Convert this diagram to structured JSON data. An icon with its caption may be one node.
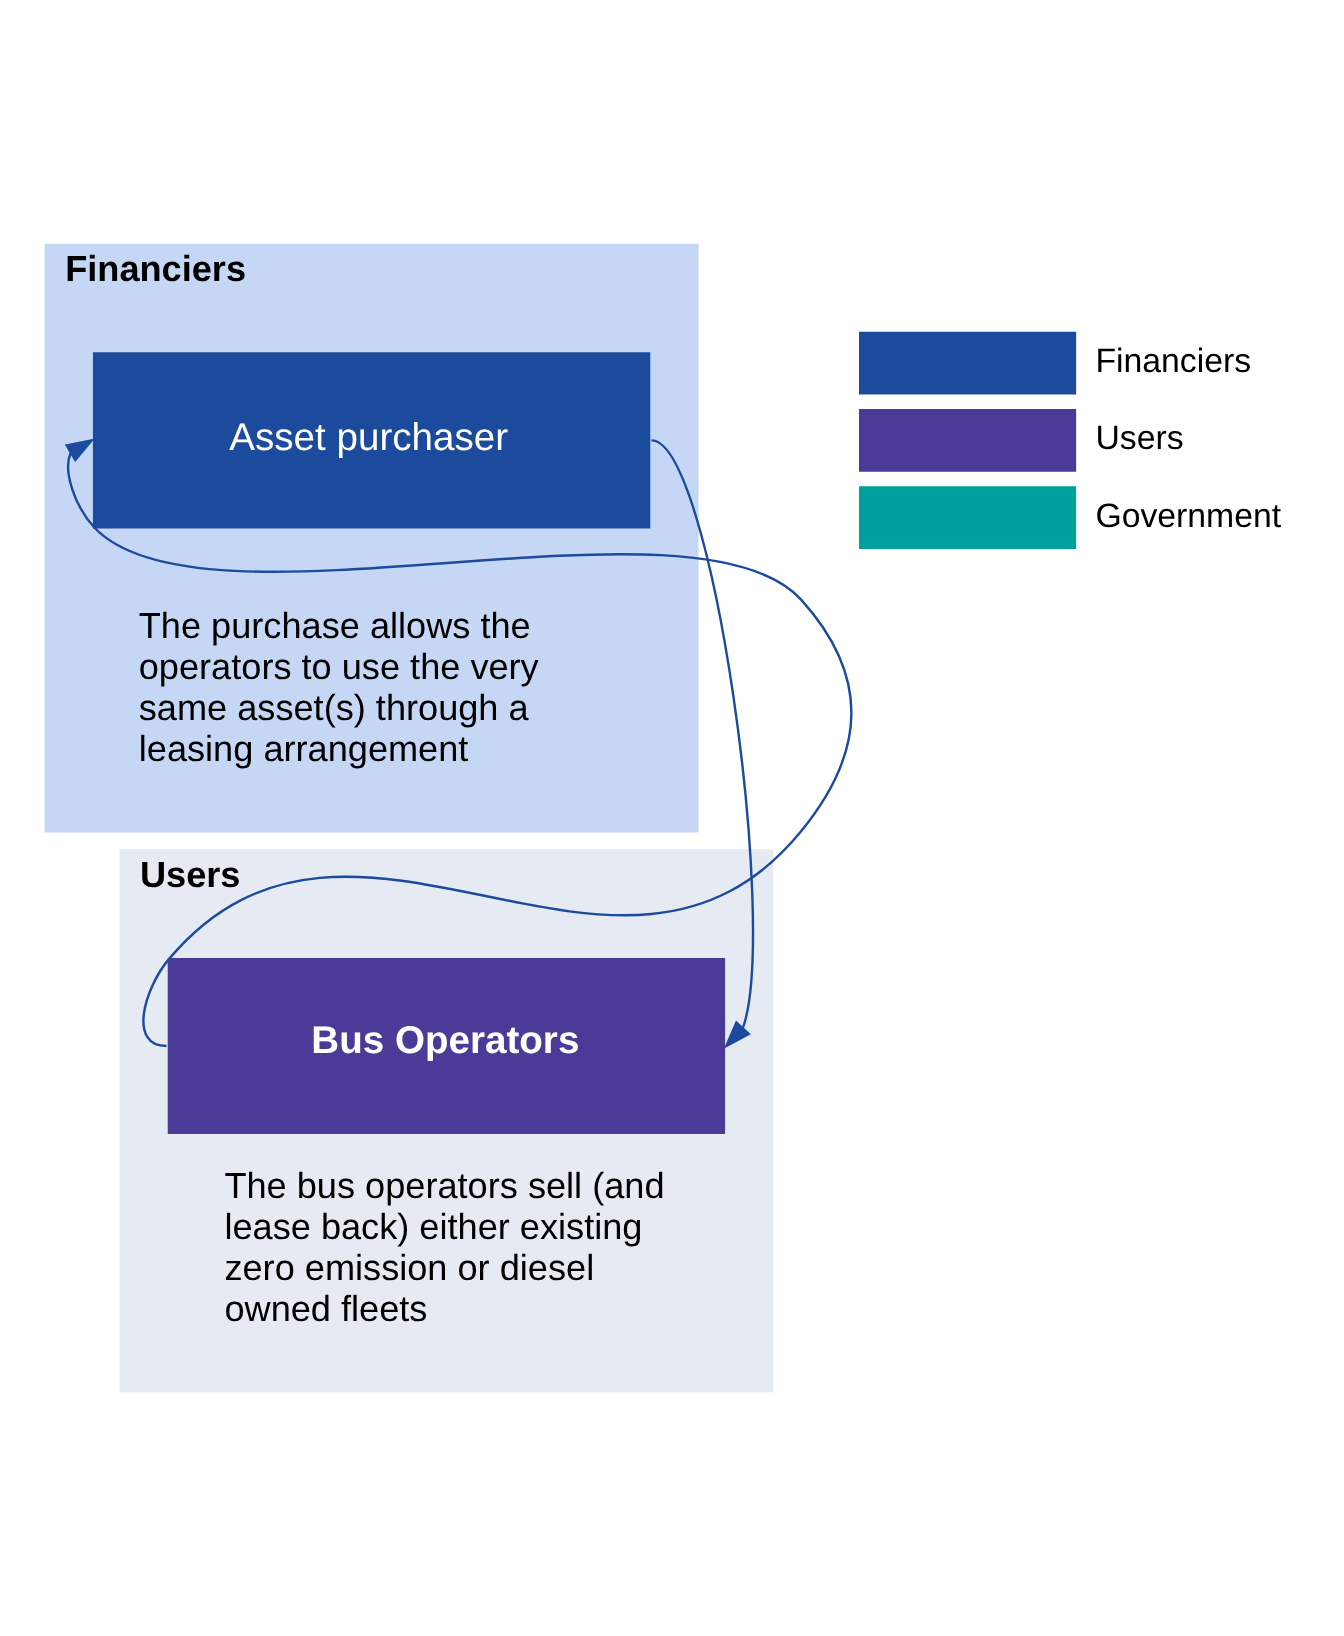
{
  "diagram": {
    "nodes": [
      {
        "text": [
          "Financiers"
        ]
      },
      {
        "text": [
          "Asset purchaser"
        ],
        "in": 0,
        "beside": [
          "The purchase allows the operators to use the very same asset(s) through a leasing arrangement"
        ]
      },
      {
        "text": [
          "Users"
        ]
      },
      {
        "text": [
          "Bus Operators"
        ],
        "in": 2,
        "beside": [
          "The bus operators sell (and lease back) either existing zero emission or diesel owned fleets"
        ]
      }
    ],
    "edges": [
      {
        "from": 3,
        "to": 1,
        "arrow": "to"
      },
      {
        "from": 1,
        "to": 3,
        "arrow": "to"
      }
    ],
    "legend": [
      {
        "text": "Financiers",
        "color": "#1c4a9c"
      },
      {
        "text": "Users",
        "color": "#4b3a97"
      },
      {
        "text": "Government",
        "color": "#00a19c"
      }
    ]
  }
}
